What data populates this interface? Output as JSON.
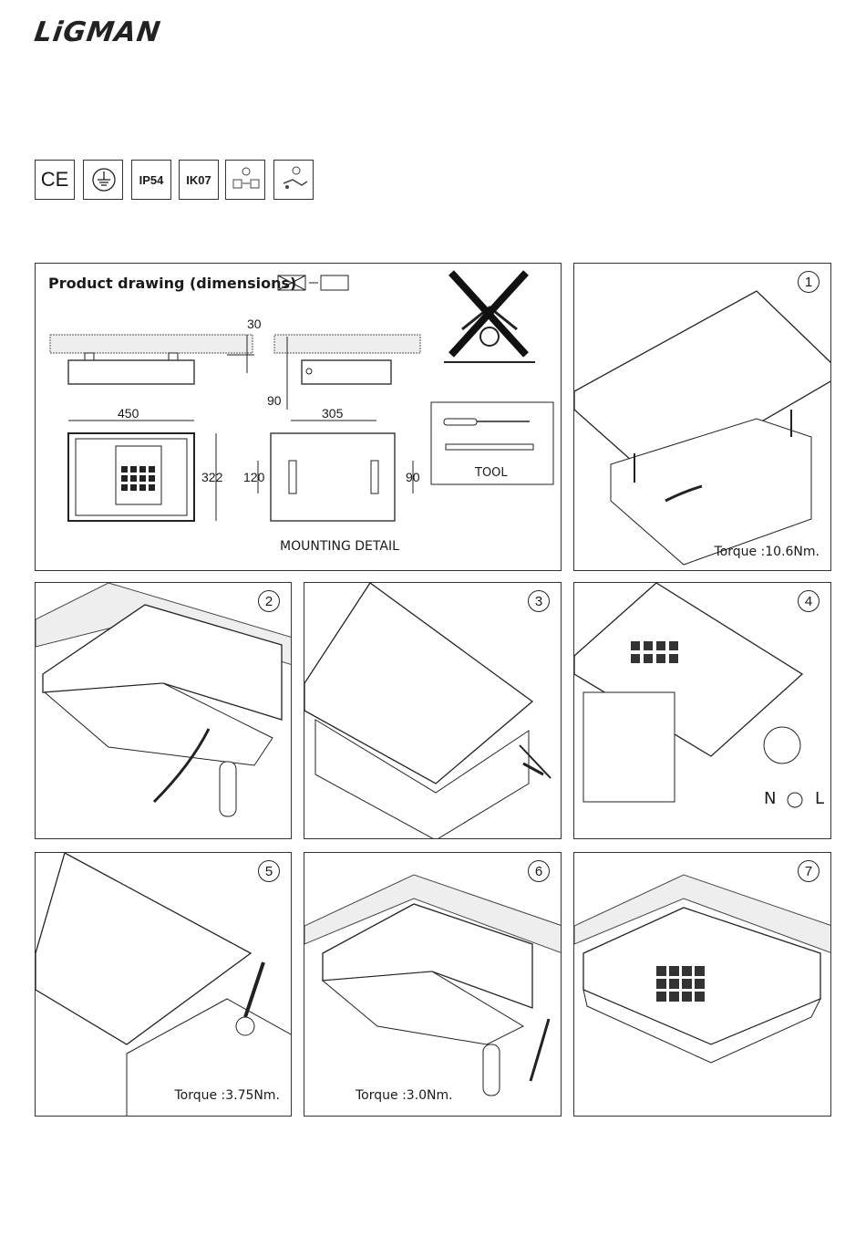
{
  "brand": {
    "logo_text": "LiGMAN"
  },
  "certifications": [
    {
      "label": "CE"
    },
    {
      "label": ""
    },
    {
      "label": "IP54"
    },
    {
      "label": "IK07"
    }
  ],
  "drawing": {
    "title": "Product drawing (dimensions)",
    "dims": {
      "d30": "30",
      "d90a": "90",
      "d450": "450",
      "d305": "305",
      "d322": "322",
      "d120": "120",
      "d90b": "90"
    },
    "tool_label": "TOOL",
    "mounting_label": "MOUNTING DETAIL"
  },
  "steps": [
    {
      "number": "1",
      "caption": "Torque :10.6Nm."
    },
    {
      "number": "2",
      "caption": ""
    },
    {
      "number": "3",
      "caption": ""
    },
    {
      "number": "4",
      "caption": "",
      "wiring": {
        "n": "N",
        "l": "L"
      }
    },
    {
      "number": "5",
      "caption": "Torque :3.75Nm."
    },
    {
      "number": "6",
      "caption": "Torque :3.0Nm."
    },
    {
      "number": "7",
      "caption": ""
    }
  ]
}
